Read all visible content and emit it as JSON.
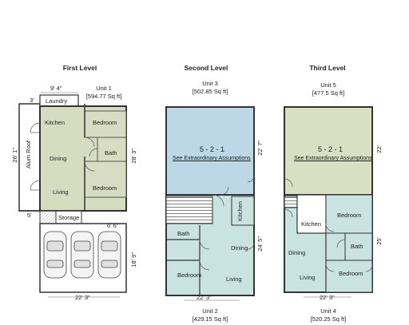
{
  "levels": {
    "first": "First Level",
    "second": "Second Level",
    "third": "Third Level"
  },
  "units": {
    "unit1": {
      "name": "Unit 1",
      "area": "[594.77 Sq ft]"
    },
    "unit3": {
      "name": "Unit 3",
      "area": "[502.85 Sq ft]"
    },
    "unit5": {
      "name": "Unit 5",
      "area": "[477.5 Sq ft]"
    },
    "unit2": {
      "name": "Unit 2",
      "area": "[429.15 Sq ft]"
    },
    "unit4": {
      "name": "Unit 4",
      "area": "[520.25 Sq ft]"
    }
  },
  "first_level": {
    "laundry": "Laundry",
    "kitchen": "Kitchen",
    "dining": "Dining",
    "living": "Living",
    "bedroom1": "Bedroom",
    "bedroom2": "Bedroom",
    "bath": "Bath",
    "alum_roof": "Alum Roof",
    "storage": "Storage",
    "dim_top": "9' 4\"",
    "dim_3": "3'",
    "dim_left": "26' 1\"",
    "dim_right": "28' 3\"",
    "dim_5": "5'",
    "dim_66": "6' 6\"",
    "dim_garage_right": "18' 9\"",
    "dim_bottom": "22' 3\""
  },
  "second_level": {
    "unit_mix": "5 - 2 - 1",
    "note": "See Extraordinary Assumptions",
    "dim_right_top": "22' 7\"",
    "kitchen": "Kitchen",
    "bath": "Bath",
    "dining": "Dining",
    "bedroom": "Bedroom",
    "living": "Living",
    "dim_right_bottom": "24' 5\"",
    "dim_bottom": "22' 3\""
  },
  "third_level": {
    "unit_mix": "5 - 2 - 1",
    "note": "See Extraordinary Assumptions",
    "dim_right_top": "22'",
    "kitchen": "Kitchen",
    "bedroom1": "Bedroom",
    "bath": "Bath",
    "dining": "Dining",
    "living": "Living",
    "bedroom2": "Bedroom",
    "dim_right_bottom": "25'",
    "dim_bottom": "22' 3\""
  },
  "colors": {
    "unit1_fill": "#d6dcc0",
    "bedroom_fill": "#d8dcc2",
    "unit3_fill": "#bcd8e6",
    "unit5_fill": "#d9dfc2",
    "lower_fill": "#c9e3e0",
    "wall": "#333333"
  }
}
